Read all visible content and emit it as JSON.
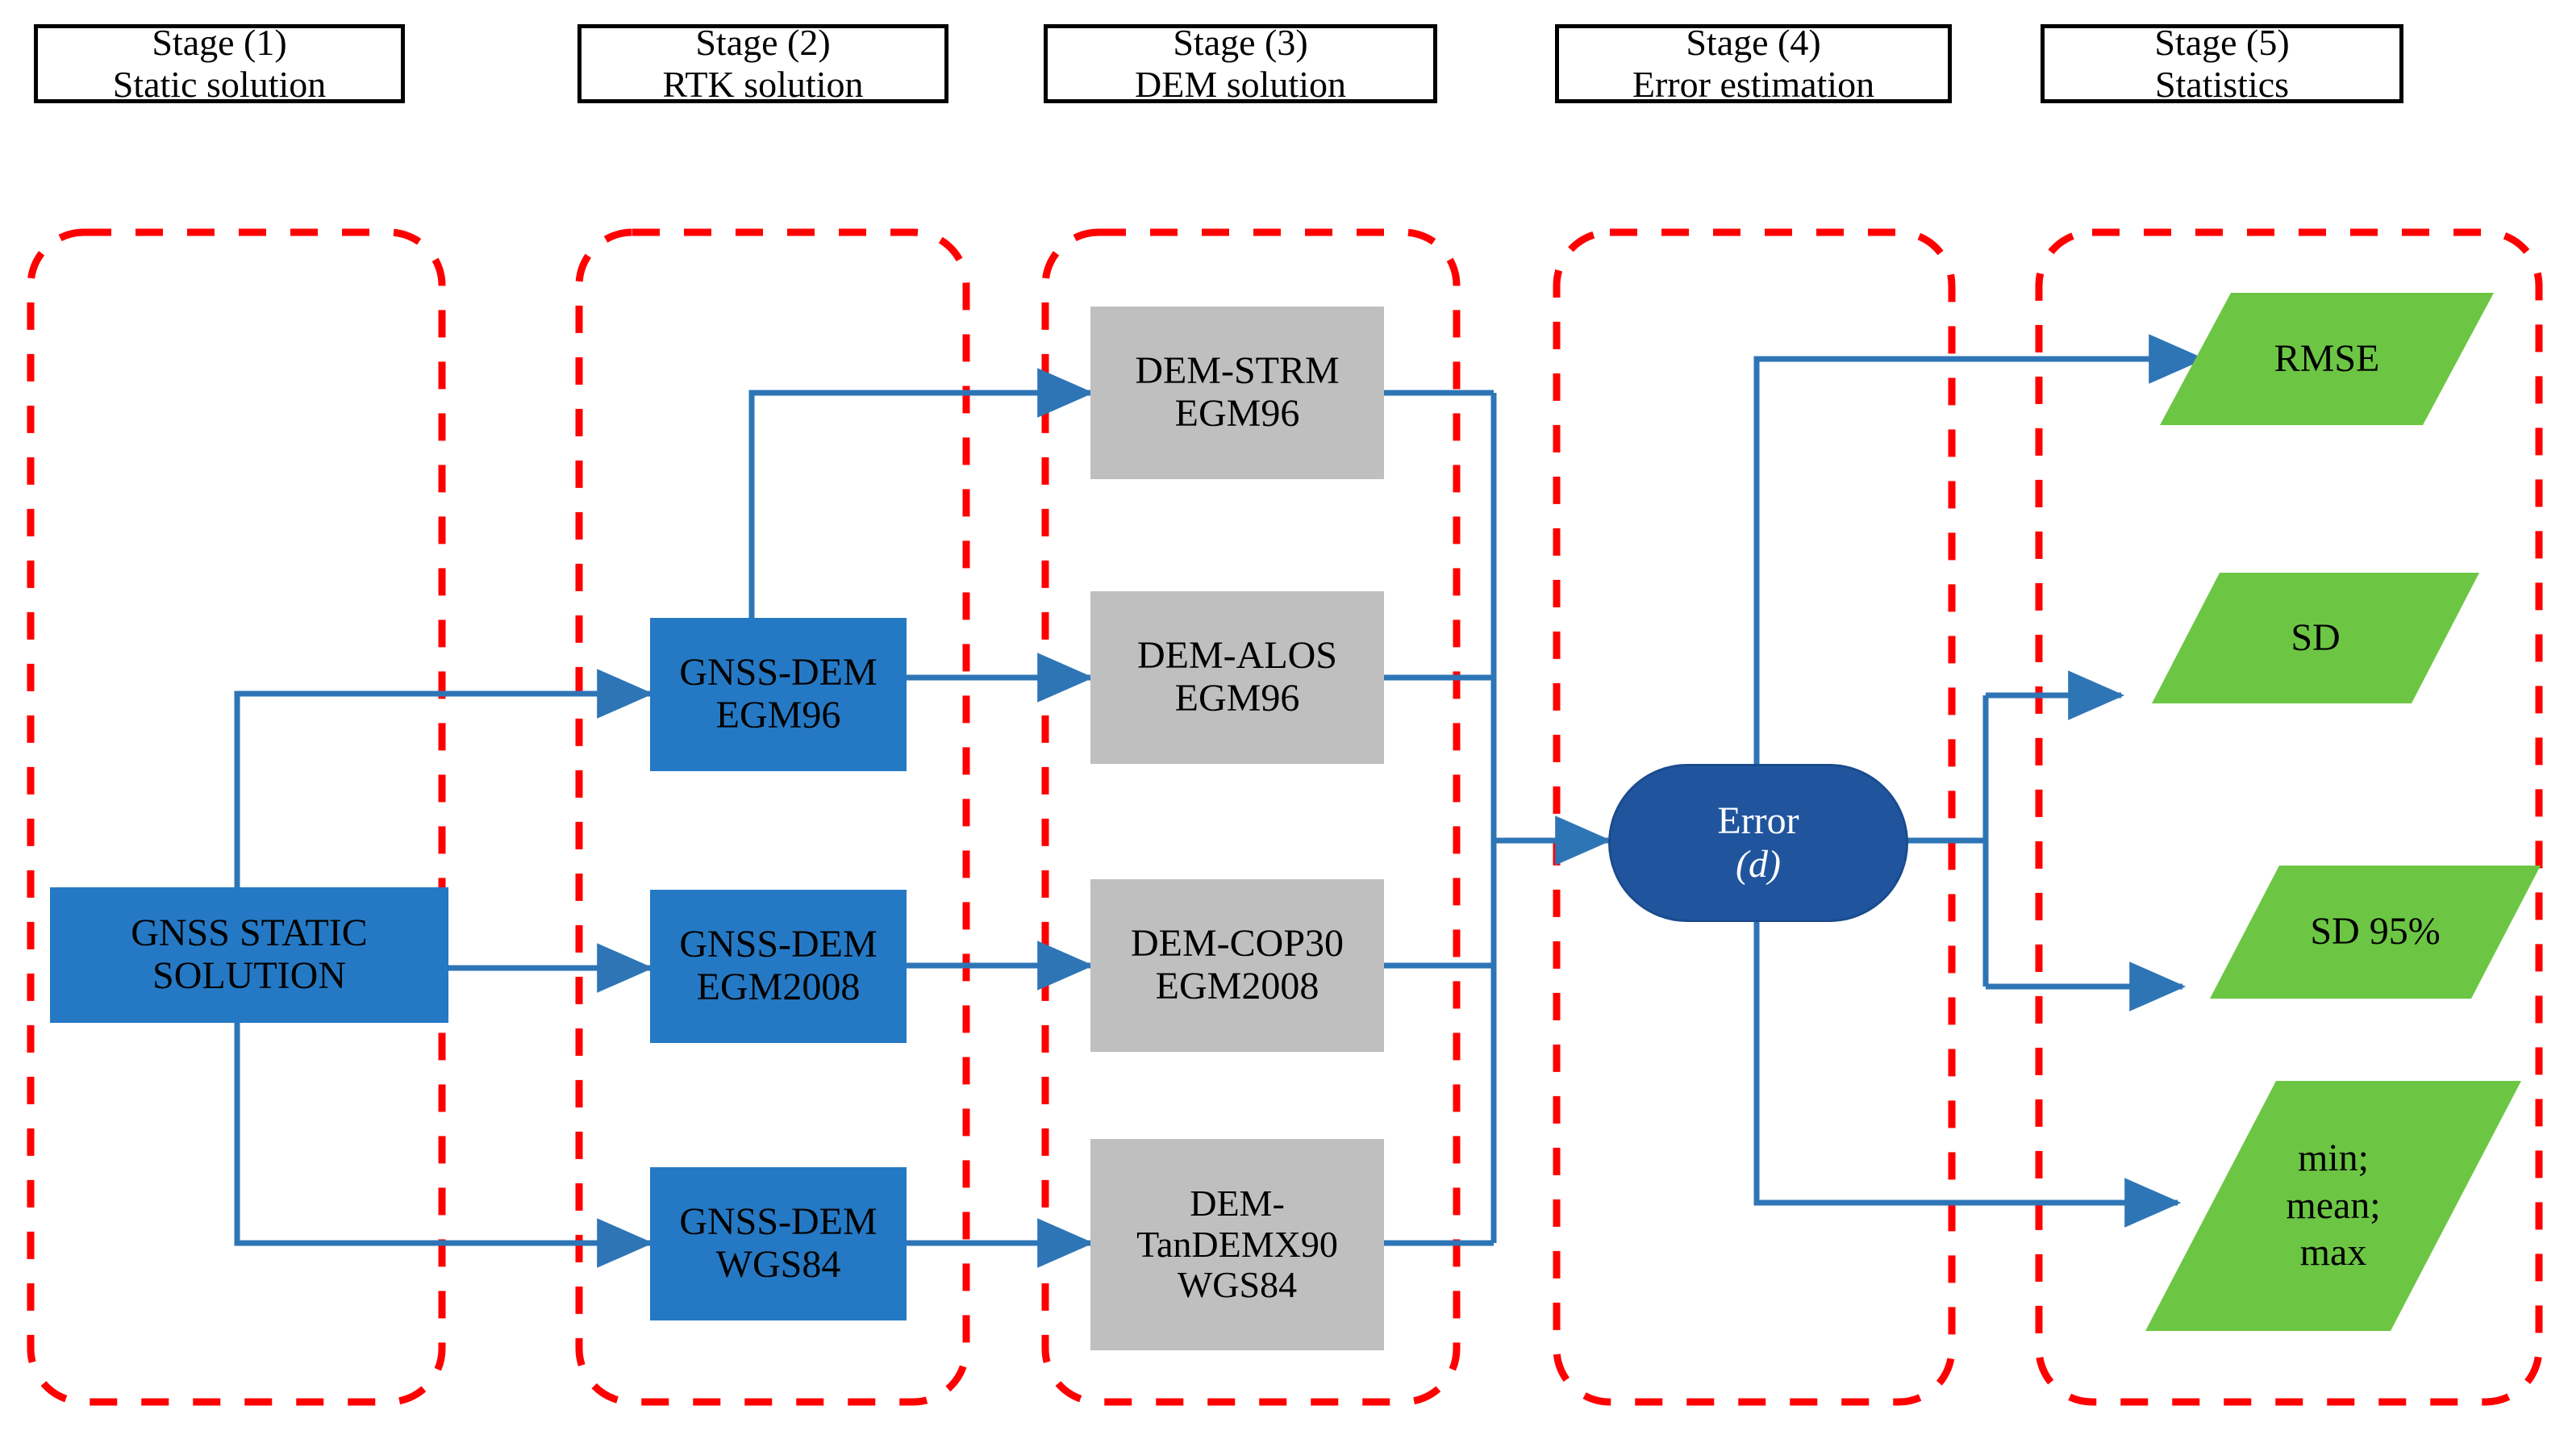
{
  "figure": {
    "type": "flowchart",
    "orientation": "left-to-right",
    "background": "#ffffff"
  },
  "colors": {
    "blue_box": "#2579C4",
    "gray_box": "#BFBFBF",
    "green_parallelogram": "#6CC644",
    "error_pill": "#20559E",
    "connector": "#2E75B6",
    "stage_border": "#000000",
    "group_dashed": "#FF0000",
    "text_dark": "#000000",
    "text_light": "#FFFFFF"
  },
  "stages": [
    {
      "id": "stage1",
      "number": "Stage (1)",
      "name": "Static solution"
    },
    {
      "id": "stage2",
      "number": "Stage (2)",
      "name": "RTK solution"
    },
    {
      "id": "stage3",
      "number": "Stage (3)",
      "name": "DEM solution"
    },
    {
      "id": "stage4",
      "number": "Stage (4)",
      "name": "Error estimation"
    },
    {
      "id": "stage5",
      "number": "Stage (5)",
      "name": "Statistics"
    }
  ],
  "nodes": {
    "gnss_static": {
      "line1": "GNSS STATIC",
      "line2": "SOLUTION",
      "shape": "rectangle",
      "fill": "#2579C4"
    },
    "rtk": [
      {
        "id": "gnss-dem-egm96",
        "line1": "GNSS-DEM",
        "line2": "EGM96",
        "shape": "rectangle",
        "fill": "#2579C4"
      },
      {
        "id": "gnss-dem-egm2008",
        "line1": "GNSS-DEM",
        "line2": "EGM2008",
        "shape": "rectangle",
        "fill": "#2579C4"
      },
      {
        "id": "gnss-dem-wgs84",
        "line1": "GNSS-DEM",
        "line2": "WGS84",
        "shape": "rectangle",
        "fill": "#2579C4"
      }
    ],
    "dem": [
      {
        "id": "dem-strm",
        "line1": "DEM-STRM",
        "line2": "EGM96",
        "line3": "",
        "shape": "rectangle",
        "fill": "#BFBFBF"
      },
      {
        "id": "dem-alos",
        "line1": "DEM-ALOS",
        "line2": "EGM96",
        "line3": "",
        "shape": "rectangle",
        "fill": "#BFBFBF"
      },
      {
        "id": "dem-cop30",
        "line1": "DEM-COP30",
        "line2": "EGM2008",
        "line3": "",
        "shape": "rectangle",
        "fill": "#BFBFBF"
      },
      {
        "id": "dem-tandemx90",
        "line1": "DEM-",
        "line2": "TanDEMX90",
        "line3": "WGS84",
        "shape": "rectangle",
        "fill": "#BFBFBF"
      }
    ],
    "error": {
      "id": "error",
      "line1": "Error",
      "line2": "(d)",
      "shape": "stadium",
      "fill": "#20559E"
    },
    "statistics": [
      {
        "id": "rmse",
        "line1": "RMSE",
        "line2": "",
        "line3": "",
        "shape": "parallelogram",
        "fill": "#6CC644"
      },
      {
        "id": "sd",
        "line1": "SD",
        "line2": "",
        "line3": "",
        "shape": "parallelogram",
        "fill": "#6CC644"
      },
      {
        "id": "sd95",
        "line1": "SD 95%",
        "line2": "",
        "line3": "",
        "shape": "parallelogram",
        "fill": "#6CC644"
      },
      {
        "id": "minmax",
        "line1": "min;",
        "line2": "mean;",
        "line3": "max",
        "shape": "parallelogram",
        "fill": "#6CC644"
      }
    ]
  },
  "edges": [
    {
      "from": "gnss_static",
      "to": "gnss-dem-egm96"
    },
    {
      "from": "gnss_static",
      "to": "gnss-dem-egm2008"
    },
    {
      "from": "gnss_static",
      "to": "gnss-dem-wgs84"
    },
    {
      "from": "gnss-dem-egm96",
      "to": "dem-strm"
    },
    {
      "from": "gnss-dem-egm96",
      "to": "dem-alos"
    },
    {
      "from": "gnss-dem-egm2008",
      "to": "dem-cop30"
    },
    {
      "from": "gnss-dem-wgs84",
      "to": "dem-tandemx90"
    },
    {
      "from": "dem-strm",
      "to": "error"
    },
    {
      "from": "dem-alos",
      "to": "error"
    },
    {
      "from": "dem-cop30",
      "to": "error"
    },
    {
      "from": "dem-tandemx90",
      "to": "error"
    },
    {
      "from": "error",
      "to": "rmse"
    },
    {
      "from": "error",
      "to": "sd"
    },
    {
      "from": "error",
      "to": "sd95"
    },
    {
      "from": "error",
      "to": "minmax"
    }
  ]
}
